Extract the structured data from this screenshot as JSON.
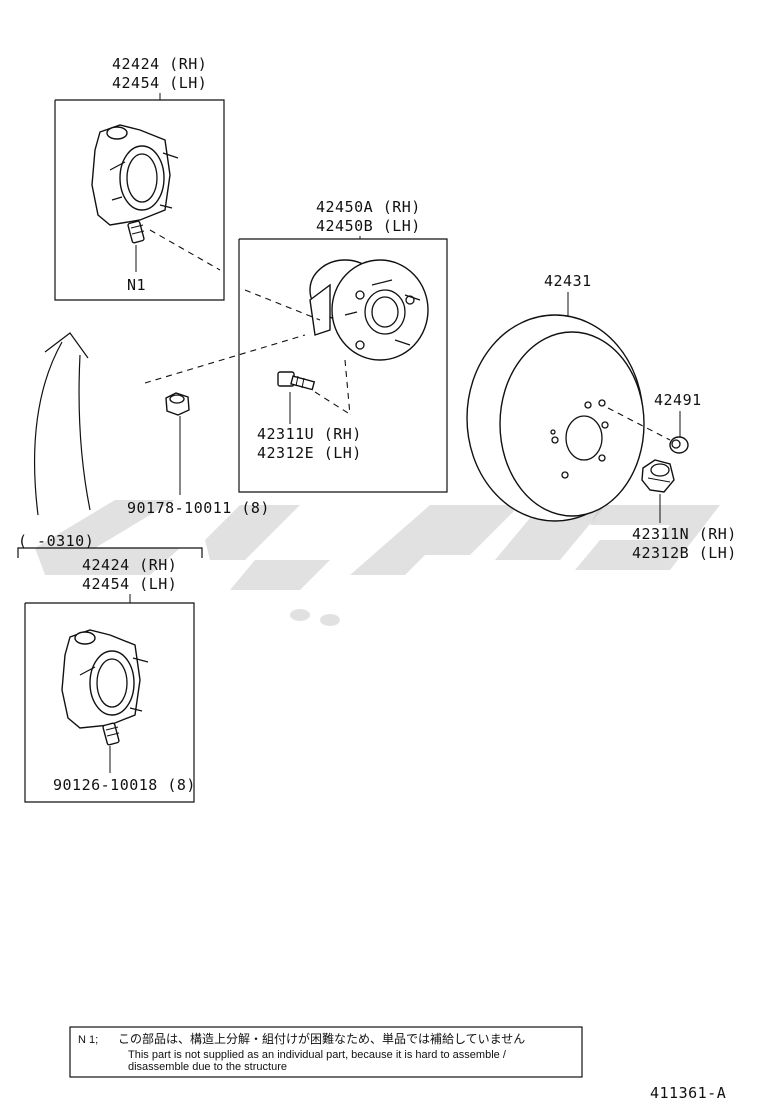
{
  "labels": {
    "knuckle_top_rh": "42424 (RH)",
    "knuckle_top_lh": "42454 (LH)",
    "knuckle_top_note": "N1",
    "hub_rh": "42450A (RH)",
    "hub_lh": "42450B (LH)",
    "hub_bolt_rh": "42311U (RH)",
    "hub_bolt_lh": "42312E (LH)",
    "disc": "42431",
    "plug": "42491",
    "nut_rh": "42311N (RH)",
    "nut_lh": "42312B (LH)",
    "hub_nut": "90178-10011 (8)",
    "range": "(      -0310)",
    "knuckle_bot_rh": "42424 (RH)",
    "knuckle_bot_lh": "42454 (LH)",
    "knuckle_bot_bolt": "90126-10018 (8)"
  },
  "note": {
    "key": "N 1;",
    "jp": "この部品は、構造上分解・組付けが困難なため、単品では補給していません",
    "en_line1": "This part is not supplied as an individual part, because it is hard to assemble /",
    "en_line2": "disassemble due to the structure"
  },
  "figure_code": "411361-A",
  "watermark_color": "#c8c8c8"
}
